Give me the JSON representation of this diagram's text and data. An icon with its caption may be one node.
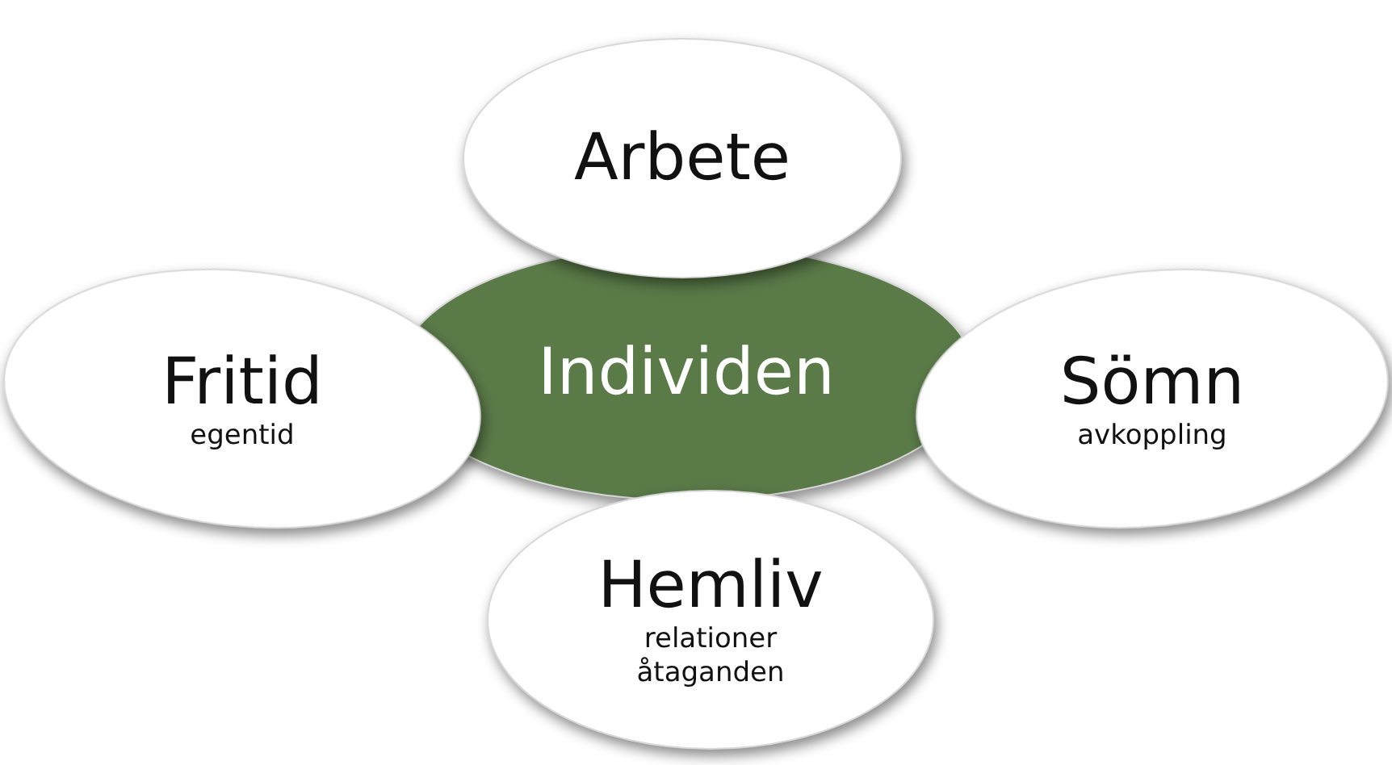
{
  "diagram": {
    "nodes": [
      {
        "text": [
          "Arbete"
        ]
      },
      {
        "text": [
          "Fritid",
          "egentid"
        ]
      },
      {
        "text": [
          "Individen"
        ]
      },
      {
        "text": [
          "Sömn",
          "avkoppling"
        ]
      },
      {
        "text": [
          "Hemliv",
          "relationer åtaganden"
        ]
      }
    ],
    "edges": []
  }
}
